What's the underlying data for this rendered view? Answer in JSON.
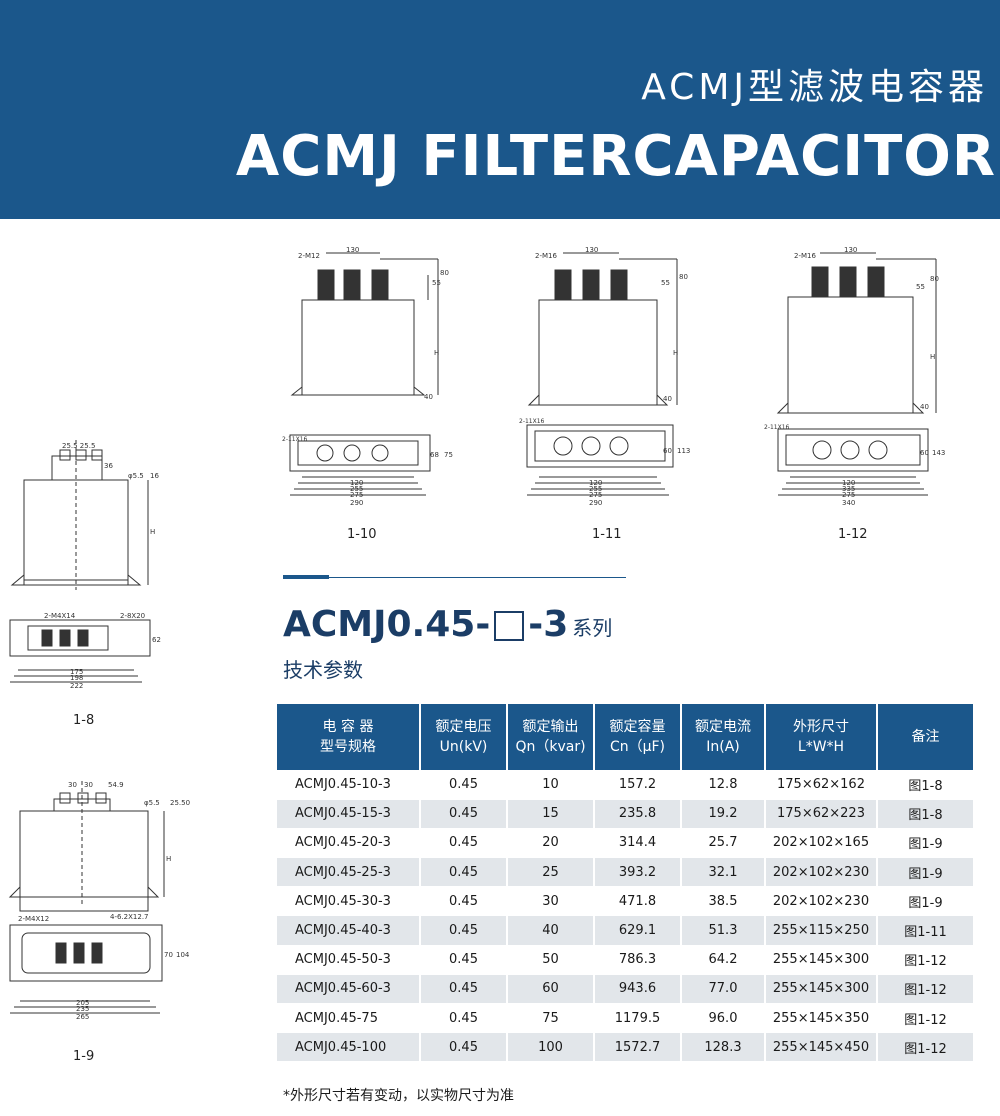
{
  "header": {
    "title_cn": "ACMJ型滤波电容器",
    "title_en": "ACMJ FILTERCAPACITOR"
  },
  "figures": {
    "f1_10": "1-10",
    "f1_11": "1-11",
    "f1_12": "1-12",
    "f1_8": "1-8",
    "f1_9": "1-9"
  },
  "series": {
    "prefix": "ACMJ0.45-",
    "suffix": "-3",
    "suffix_cn": "系列",
    "subtitle": "技术参数"
  },
  "table": {
    "headers": [
      [
        "电 容 器",
        "型号规格"
      ],
      [
        "额定电压",
        "Un(kV)"
      ],
      [
        "额定输出",
        "Qn（kvar)"
      ],
      [
        "额定容量",
        "Cn（μF)"
      ],
      [
        "额定电流",
        "In(A)"
      ],
      [
        "外形尺寸",
        "L*W*H"
      ],
      [
        "备注",
        ""
      ]
    ],
    "rows": [
      [
        "ACMJ0.45-10-3",
        "0.45",
        "10",
        "157.2",
        "12.8",
        "175×62×162",
        "图1-8"
      ],
      [
        "ACMJ0.45-15-3",
        "0.45",
        "15",
        "235.8",
        "19.2",
        "175×62×223",
        "图1-8"
      ],
      [
        "ACMJ0.45-20-3",
        "0.45",
        "20",
        "314.4",
        "25.7",
        "202×102×165",
        "图1-9"
      ],
      [
        "ACMJ0.45-25-3",
        "0.45",
        "25",
        "393.2",
        "32.1",
        "202×102×230",
        "图1-9"
      ],
      [
        "ACMJ0.45-30-3",
        "0.45",
        "30",
        "471.8",
        "38.5",
        "202×102×230",
        "图1-9"
      ],
      [
        "ACMJ0.45-40-3",
        "0.45",
        "40",
        "629.1",
        "51.3",
        "255×115×250",
        "图1-11"
      ],
      [
        "ACMJ0.45-50-3",
        "0.45",
        "50",
        "786.3",
        "64.2",
        "255×145×300",
        "图1-12"
      ],
      [
        "ACMJ0.45-60-3",
        "0.45",
        "60",
        "943.6",
        "77.0",
        "255×145×300",
        "图1-12"
      ],
      [
        "ACMJ0.45-75",
        "0.45",
        "75",
        "1179.5",
        "96.0",
        "255×145×350",
        "图1-12"
      ],
      [
        "ACMJ0.45-100",
        "0.45",
        "100",
        "1572.7",
        "128.3",
        "255×145×450",
        "图1-12"
      ]
    ]
  },
  "footnote": "*外形尺寸若有变动，以实物尺寸为准",
  "dims": {
    "m12": "2-M12",
    "m16": "2-M16",
    "d130": "130",
    "d80": "80",
    "d55": "55",
    "dH": "H",
    "d40": "40",
    "d120": "120",
    "d255": "255",
    "d275": "275",
    "d290": "290",
    "d335": "335",
    "d340": "340",
    "d68": "68",
    "d75": "75",
    "d60": "60",
    "d113": "113",
    "d143": "143",
    "slot11": "2-11X16",
    "slot": "2-11X16",
    "d255b": "25.5 25.5",
    "d36": "36",
    "phi55": "φ5.5",
    "d16": "16",
    "m4x14": "2-M4X14",
    "slot8": "2-8X20",
    "d62": "62",
    "d175": "175",
    "d198": "198",
    "d222": "222",
    "d30": "30",
    "d549": "54.9",
    "d2550": "25.50",
    "m4x12": "2-M4X12",
    "slot62": "4-6.2X12.7",
    "d70": "70",
    "d104": "104",
    "d205": "205",
    "d235": "235",
    "d265": "265"
  }
}
